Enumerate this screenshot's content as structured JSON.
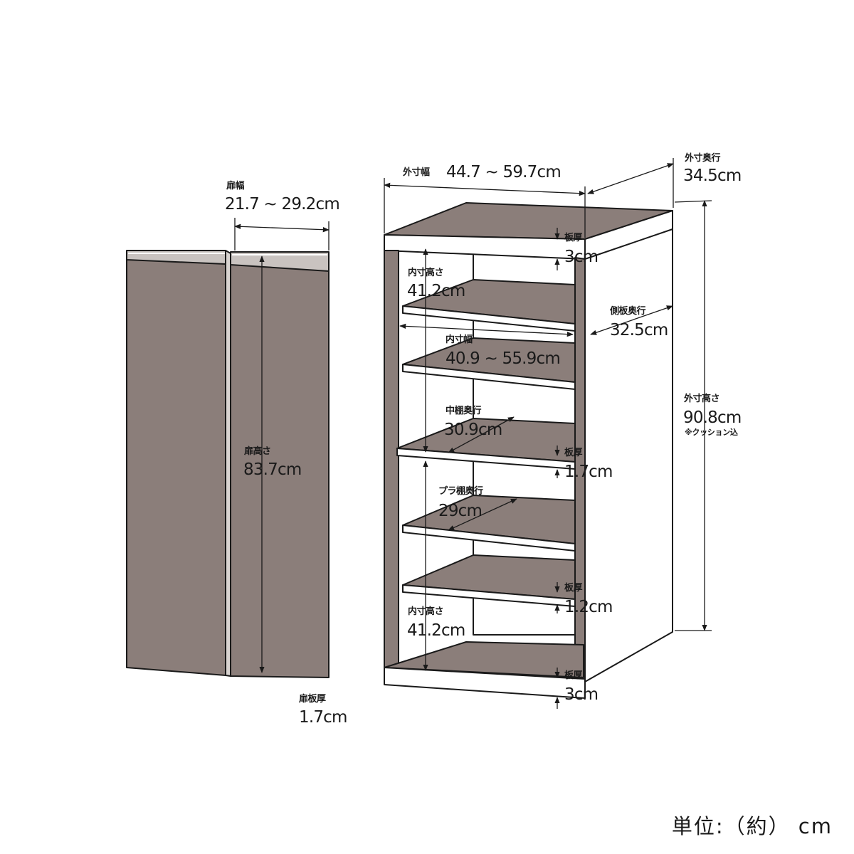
{
  "door": {
    "width_label": "扉幅",
    "width_value": "21.7 ~ 29.2cm",
    "height_label": "扉高さ",
    "height_value": "83.7cm",
    "thickness_label": "扉板厚",
    "thickness_value": "1.7cm"
  },
  "cabinet": {
    "outer_width_label": "外寸幅",
    "outer_width_value": "44.7 ~ 59.7cm",
    "outer_depth_label": "外寸奥行",
    "outer_depth_value": "34.5cm",
    "outer_height_label": "外寸高さ",
    "outer_height_value": "90.8cm",
    "outer_height_note": "※クッション込",
    "top_board_label": "板厚",
    "top_board_value": "3cm",
    "inner_height_top_label": "内寸高さ",
    "inner_height_top_value": "41.2cm",
    "side_depth_label": "側板奥行",
    "side_depth_value": "32.5cm",
    "inner_width_label": "内寸幅",
    "inner_width_value": "40.9 ~ 55.9cm",
    "middle_shelf_depth_label": "中棚奥行",
    "middle_shelf_depth_value": "30.9cm",
    "middle_board_label": "板厚",
    "middle_board_value": "1.7cm",
    "plastic_shelf_depth_label": "プラ棚奥行",
    "plastic_shelf_depth_value": "29cm",
    "plastic_board_label": "板厚",
    "plastic_board_value": "1.2cm",
    "inner_height_bottom_label": "内寸高さ",
    "inner_height_bottom_value": "41.2cm",
    "bottom_board_label": "板厚",
    "bottom_board_value": "3cm"
  },
  "unit_note": "単位:（約） cm"
}
